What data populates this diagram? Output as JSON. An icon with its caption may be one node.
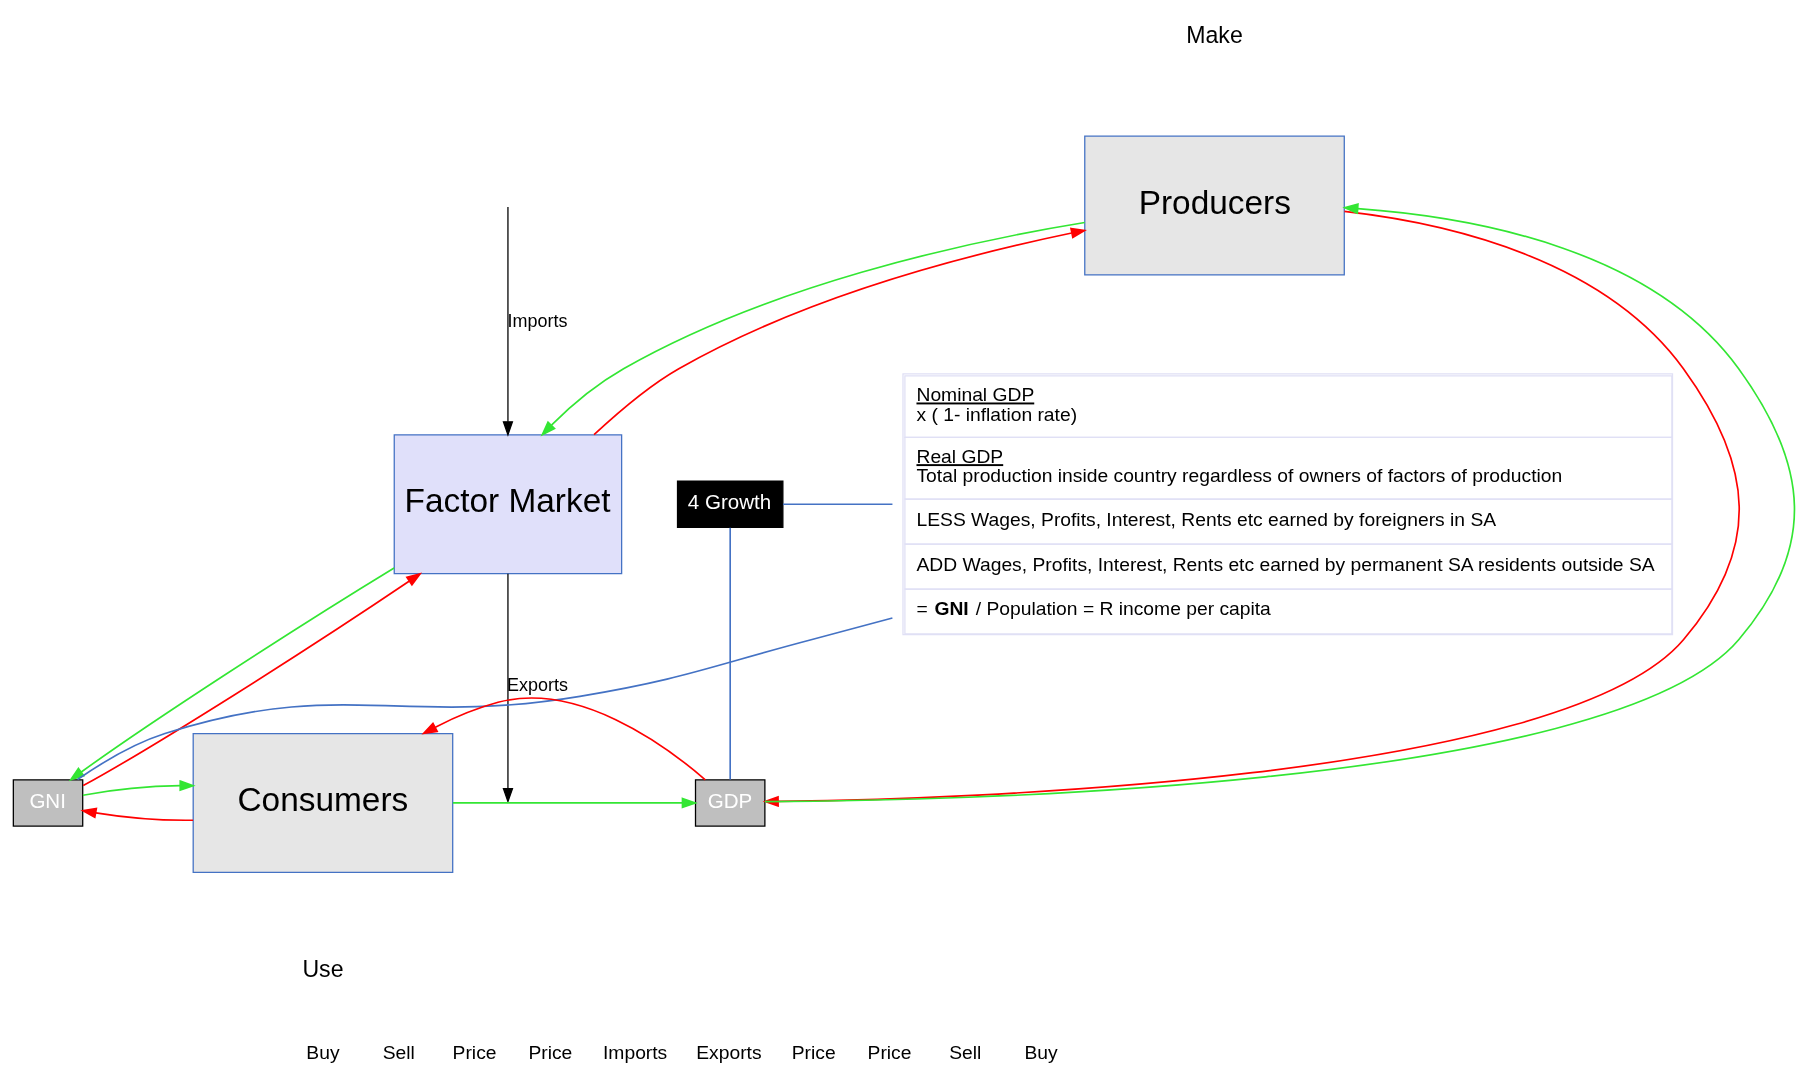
{
  "diagram": {
    "nodes": [
      {
        "text": [
          "Producers"
        ],
        "beside": [
          "Make"
        ]
      },
      {
        "text": [
          "Factor Market"
        ]
      },
      {
        "text": [
          "Consumers"
        ],
        "beside": [
          "Use"
        ]
      },
      {
        "text": [
          "GNI"
        ]
      },
      {
        "text": [
          "GDP"
        ]
      },
      {
        "text": [
          "4 Growth"
        ]
      },
      {
        "text": [
          "Nominal GDP",
          "x ( 1- inflation rate)",
          "Real GDP",
          "Total production inside country regardless of owners of factors of production",
          "LESS Wages, Profits, Interest, Rents etc earned by foreigners in SA",
          "ADD Wages, Profits, Interest, Rents etc earned by permanent SA residents outside SA",
          "= **GNI** / Population = R income per capita"
        ]
      }
    ],
    "edges": [
      {
        "from": 0,
        "to": 4,
        "arrow": "to",
        "color": "#ff0000"
      },
      {
        "from": 4,
        "to": 2,
        "arrow": "to",
        "color": "#ff0000"
      },
      {
        "from": 2,
        "to": 4,
        "arrow": "to",
        "color": "#33e633"
      },
      {
        "from": 4,
        "to": 0,
        "arrow": "to",
        "color": "#33e633"
      },
      {
        "from": 2,
        "to": 3,
        "arrow": "to",
        "color": "#ff0000"
      },
      {
        "from": 3,
        "to": 1,
        "arrow": "to",
        "color": "#ff0000"
      },
      {
        "from": 1,
        "to": 0,
        "arrow": "to",
        "color": "#ff0000"
      },
      {
        "from": 0,
        "to": 1,
        "arrow": "to",
        "color": "#33e633"
      },
      {
        "from": 1,
        "to": 3,
        "arrow": "to",
        "color": "#33e633"
      },
      {
        "from": 3,
        "to": 2,
        "arrow": "to",
        "color": "#33e633"
      },
      {
        "from": 5,
        "to": 6,
        "arrow": "none",
        "color": "#4472c4"
      },
      {
        "from": 5,
        "to": 4,
        "arrow": "none",
        "color": "#4472c4"
      },
      {
        "from": 3,
        "to": 6,
        "arrow": "none",
        "color": "#4472c4"
      },
      {
        "from": null,
        "to": 1,
        "arrow": "to",
        "label": "Imports",
        "color": "#000000"
      },
      {
        "from": 1,
        "to": null,
        "arrow": "to",
        "label": "Exports",
        "color": "#000000"
      }
    ],
    "labels": [
      "Buy",
      "Sell",
      "Price",
      "Price",
      "Imports",
      "Exports",
      "Price",
      "Price",
      "Sell",
      "Buy"
    ]
  }
}
